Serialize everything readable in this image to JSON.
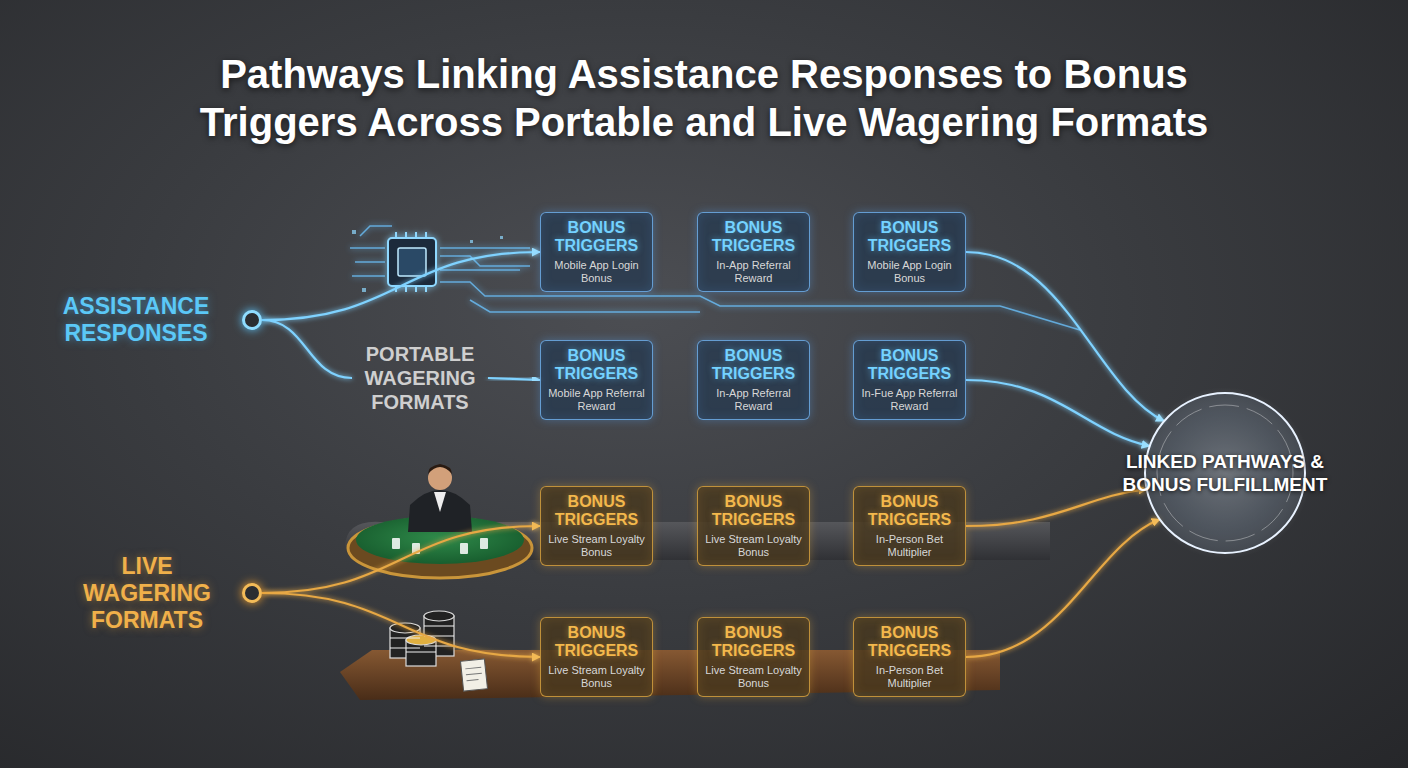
{
  "diagram": {
    "title": "Pathways Linking Assistance Responses to Bonus Triggers Across Portable and Live Wagering Formats",
    "nodes": [
      {
        "text": [
          "ASSISTANCE RESPONSES"
        ]
      },
      {
        "text": [
          "PORTABLE WAGERING FORMATS"
        ]
      },
      {
        "text": [
          "BONUS TRIGGERS",
          "Mobile App Login Bonus"
        ]
      },
      {
        "text": [
          "BONUS TRIGGERS",
          "In-App Referral Reward"
        ]
      },
      {
        "text": [
          "BONUS TRIGGERS",
          "Mobile App Login Bonus"
        ]
      },
      {
        "text": [
          "BONUS TRIGGERS",
          "Mobile App Referral Reward"
        ]
      },
      {
        "text": [
          "BONUS TRIGGERS",
          "In-App Referral Reward"
        ]
      },
      {
        "text": [
          "BONUS TRIGGERS",
          "In-Fue App Referral Reward"
        ]
      },
      {
        "text": [
          "LIVE WAGERING FORMATS"
        ]
      },
      {
        "text": [
          "BONUS TRIGGERS",
          "Live Stream Loyalty Bonus"
        ]
      },
      {
        "text": [
          "BONUS TRIGGERS",
          "Live Stream Loyalty Bonus"
        ]
      },
      {
        "text": [
          "BONUS TRIGGERS",
          "In-Person Bet Multiplier"
        ]
      },
      {
        "text": [
          "BONUS TRIGGERS",
          "Live Stream Loyalty Bonus"
        ]
      },
      {
        "text": [
          "BONUS TRIGGERS",
          "Live Stream Loyalty Bonus"
        ]
      },
      {
        "text": [
          "BONUS TRIGGERS",
          "In-Person Bet Multiplier"
        ]
      },
      {
        "text": [
          "LINKED PATHWAYS & BONUS FULFILLMENT"
        ]
      }
    ],
    "edges": [
      {
        "from": 0,
        "to": 2,
        "arrow": "to"
      },
      {
        "from": 2,
        "to": 3,
        "arrow": "to"
      },
      {
        "from": 3,
        "to": 4,
        "arrow": "to"
      },
      {
        "from": 4,
        "to": 15,
        "arrow": "to"
      },
      {
        "from": 0,
        "to": 1,
        "arrow": "none"
      },
      {
        "from": 1,
        "to": 5,
        "arrow": "to"
      },
      {
        "from": 5,
        "to": 6,
        "arrow": "to"
      },
      {
        "from": 6,
        "to": 7,
        "arrow": "to"
      },
      {
        "from": 7,
        "to": 15,
        "arrow": "to"
      },
      {
        "from": 8,
        "to": 9,
        "arrow": "to"
      },
      {
        "from": 9,
        "to": 10,
        "arrow": "to"
      },
      {
        "from": 10,
        "to": 11,
        "arrow": "to"
      },
      {
        "from": 11,
        "to": 15,
        "arrow": "to"
      },
      {
        "from": 8,
        "to": 12,
        "arrow": "to"
      },
      {
        "from": 12,
        "to": 13,
        "arrow": "to"
      },
      {
        "from": 13,
        "to": 14,
        "arrow": "to"
      },
      {
        "from": 14,
        "to": 15,
        "arrow": "to"
      }
    ]
  }
}
